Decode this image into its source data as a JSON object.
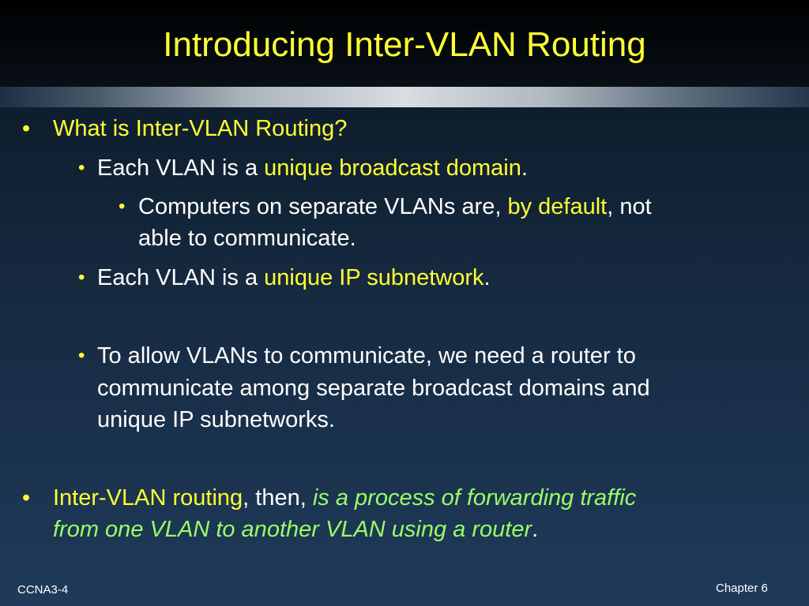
{
  "title": "Introducing Inter-VLAN Routing",
  "items": {
    "q_bullet": "•",
    "q_text": "What is Inter-VLAN Routing?",
    "l2_bullet_1": "•",
    "b1_pre": "Each VLAN is a ",
    "b1_hl": "unique broadcast domain",
    "b1_post": ".",
    "l3_bullet": "•",
    "c1_pre": "Computers on separate VLANs are, ",
    "c1_hl": "by default",
    "c1_post": ", not",
    "c1_line2": "able to communicate.",
    "l2_bullet_2": "•",
    "b2_pre": "Each VLAN is a ",
    "b2_hl": "unique IP subnetwork",
    "b2_post": ".",
    "l2_bullet_3": "•",
    "b3_line1": "To allow VLANs to communicate, we need a router to",
    "b3_line2": "communicate among separate broadcast domains and",
    "b3_line3": "unique IP subnetworks.",
    "def_bullet": "•",
    "def_hl": "Inter-VLAN routing",
    "def_mid": ", then, ",
    "def_italic1": "is a process of forwarding traffic",
    "def_italic2": "from one VLAN to another VLAN using a router",
    "def_end": "."
  },
  "footer": {
    "left": "CCNA3-4",
    "right": "Chapter 6"
  },
  "colors": {
    "title": "#ffff33",
    "highlight": "#ffff33",
    "definition": "#99ff66",
    "body": "#ffffff"
  }
}
